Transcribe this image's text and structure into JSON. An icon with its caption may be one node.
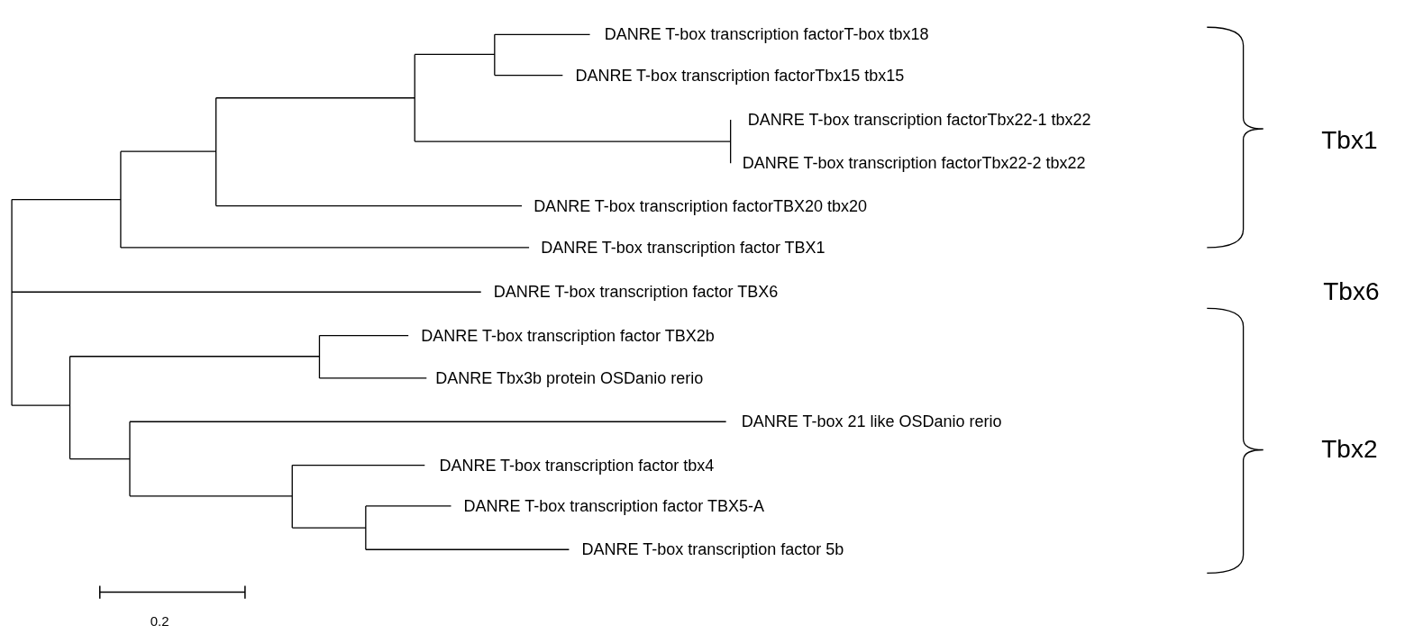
{
  "diagram": {
    "labels": [
      "DANRE T-box transcription factorT-box tbx18",
      "DANRE T-box transcription factorTbx15 tbx15",
      "DANRE T-box transcription factorTbx22-1 tbx22",
      "Tbx1",
      "DANRE T-box transcription factorTbx22-2 tbx22",
      "DANRE T-box transcription factorTBX20 tbx20",
      "DANRE T-box transcription factor TBX1",
      "DANRE T-box transcription factor TBX6",
      "Tbx6",
      "DANRE T-box transcription factor TBX2b",
      "DANRE Tbx3b protein OSDanio rerio",
      "DANRE T-box 21 like OSDanio rerio",
      "Tbx2",
      "DANRE T-box transcription factor tbx4",
      "DANRE T-box transcription factor TBX5-A",
      "DANRE T-box transcription factor 5b",
      "0.2"
    ]
  }
}
